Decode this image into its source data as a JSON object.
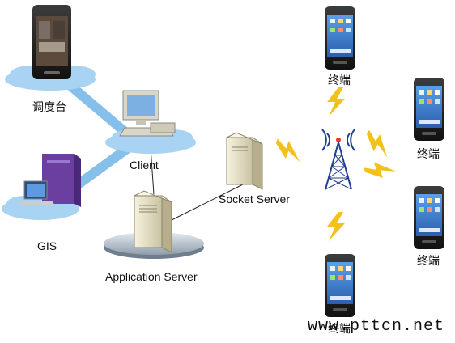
{
  "labels": {
    "dispatch": "调度台",
    "client": "Client",
    "gis": "GIS",
    "app_server": "Application Server",
    "socket_server": "Socket Server",
    "terminal_top": "终端",
    "terminal_right_upper": "终端",
    "terminal_right_lower": "终端",
    "terminal_bottom": "终端"
  },
  "watermark": "www.pttcn.net",
  "colors": {
    "cloud": "#a9d3f2",
    "link": "#86c0ea",
    "signal": "#f2c21b",
    "tower": "#1f3f8f",
    "server": "#ece7cf",
    "pc_purple": "#6a3fa0",
    "platform": "#9aa7b4"
  },
  "icons": {
    "phone": "mobile-phone-icon",
    "tower": "radio-tower-icon",
    "server": "server-icon",
    "pc": "desktop-pc-icon",
    "lightning": "lightning-icon"
  }
}
